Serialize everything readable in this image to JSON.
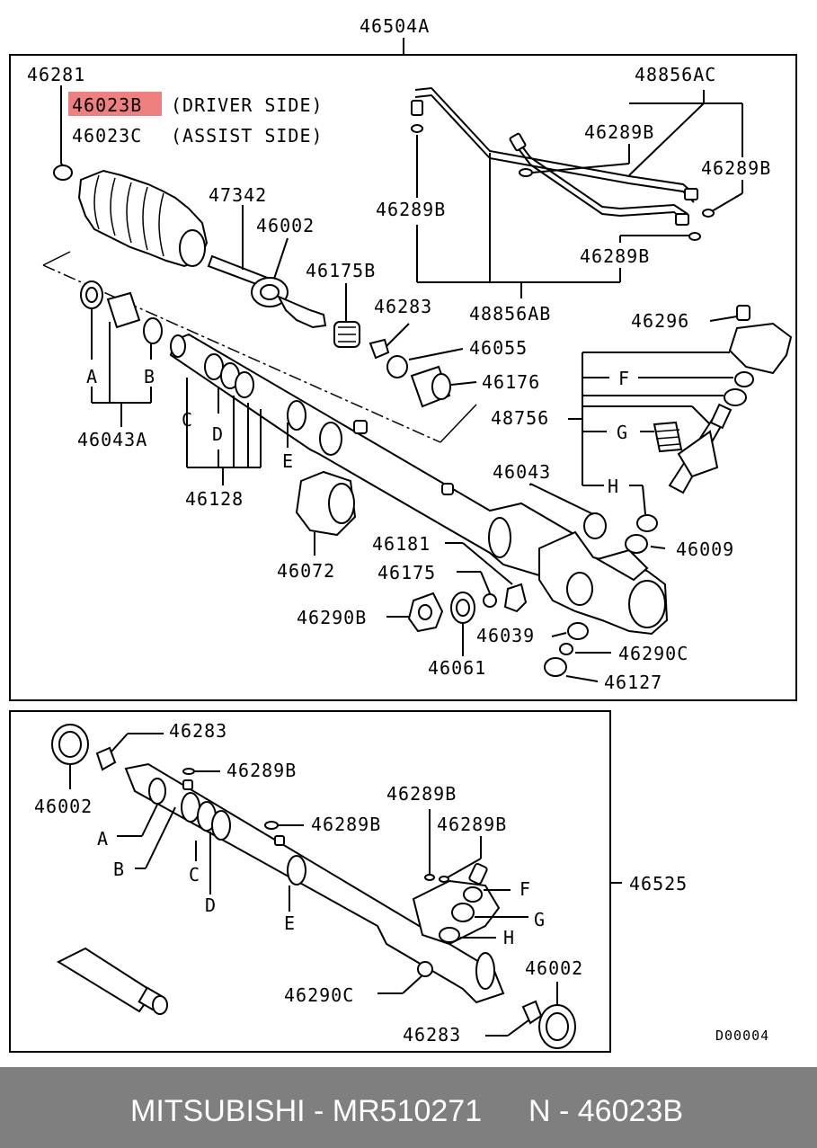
{
  "labels": {
    "assembly_top": "46504A",
    "p46281": "46281",
    "p46023b": "46023B",
    "driver_side": "(DRIVER SIDE)",
    "p46023c": "46023C",
    "assist_side": "(ASSIST SIDE)",
    "p47342": "47342",
    "p46002_top": "46002",
    "p46175b": "46175B",
    "p46283_top": "46283",
    "p46055": "46055",
    "p46176": "46176",
    "p48756": "48756",
    "p48856ac": "48856AC",
    "p46289b_1": "46289B",
    "p46289b_2": "46289B",
    "p46289b_3": "46289B",
    "p46289b_4": "46289B",
    "p48856ab": "48856AB",
    "p46296": "46296",
    "let_f_top": "F",
    "let_g_top": "G",
    "let_h_top": "H",
    "p46043": "46043",
    "p46009": "46009",
    "let_a_top": "A",
    "let_b_top": "B",
    "p46043a": "46043A",
    "let_c_top": "C",
    "let_d_top": "D",
    "let_e_top": "E",
    "p46128": "46128",
    "p46072": "46072",
    "p46181": "46181",
    "p46175": "46175",
    "p46290b": "46290B",
    "p46039": "46039",
    "p46290c_top": "46290C",
    "p46061": "46061",
    "p46127": "46127",
    "p46283_b1": "46283",
    "p46289b_b1": "46289B",
    "p46002_b1": "46002",
    "p46289b_b2": "46289B",
    "p46289b_b3": "46289B",
    "p46289b_b4": "46289B",
    "let_a_bot": "A",
    "let_b_bot": "B",
    "let_c_bot": "C",
    "let_d_bot": "D",
    "let_e_bot": "E",
    "let_f_bot": "F",
    "let_g_bot": "G",
    "let_h_bot": "H",
    "p46525": "46525",
    "p46002_b2": "46002",
    "p46290c_bot": "46290C",
    "p46283_b2": "46283",
    "drawing_no": "D00004"
  },
  "highlight": {
    "part": "46023B",
    "color": "#f08080"
  },
  "footer": {
    "brand": "MITSUBISHI - MR510271",
    "code": "N - 46023B"
  },
  "colors": {
    "footer_bg": "#7f7f7f",
    "footer_text": "#ffffff"
  }
}
